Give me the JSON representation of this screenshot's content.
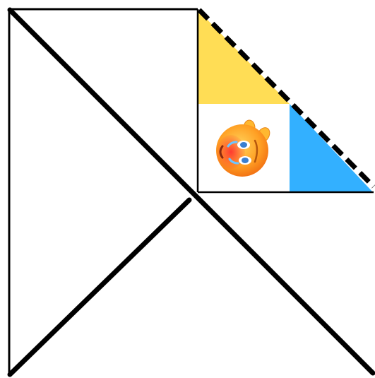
{
  "figure": {
    "colors": {
      "background": "#ffffff",
      "line": "#000000",
      "yellow_region": "#ffdd55",
      "blue_region": "#33b0ff",
      "emoji_face": "#ff9a1f",
      "emoji_cheek": "#e8322b",
      "emoji_eye": "#3a7fd0"
    },
    "shapes": [
      {
        "name": "outer-left-edge",
        "kind": "solid-line"
      },
      {
        "name": "outer-top-edge",
        "kind": "solid-line"
      },
      {
        "name": "main-diagonal",
        "kind": "solid-line"
      },
      {
        "name": "lower-left-diagonal",
        "kind": "solid-line"
      },
      {
        "name": "inner-square-left-edge",
        "kind": "solid-line"
      },
      {
        "name": "inner-square-bottom-edge",
        "kind": "solid-line"
      },
      {
        "name": "dashed-diagonal",
        "kind": "dashed-line"
      },
      {
        "name": "yellow-triangle",
        "kind": "filled-region"
      },
      {
        "name": "blue-triangle",
        "kind": "filled-region"
      }
    ],
    "icon": "crying-upside-down-emoji"
  }
}
